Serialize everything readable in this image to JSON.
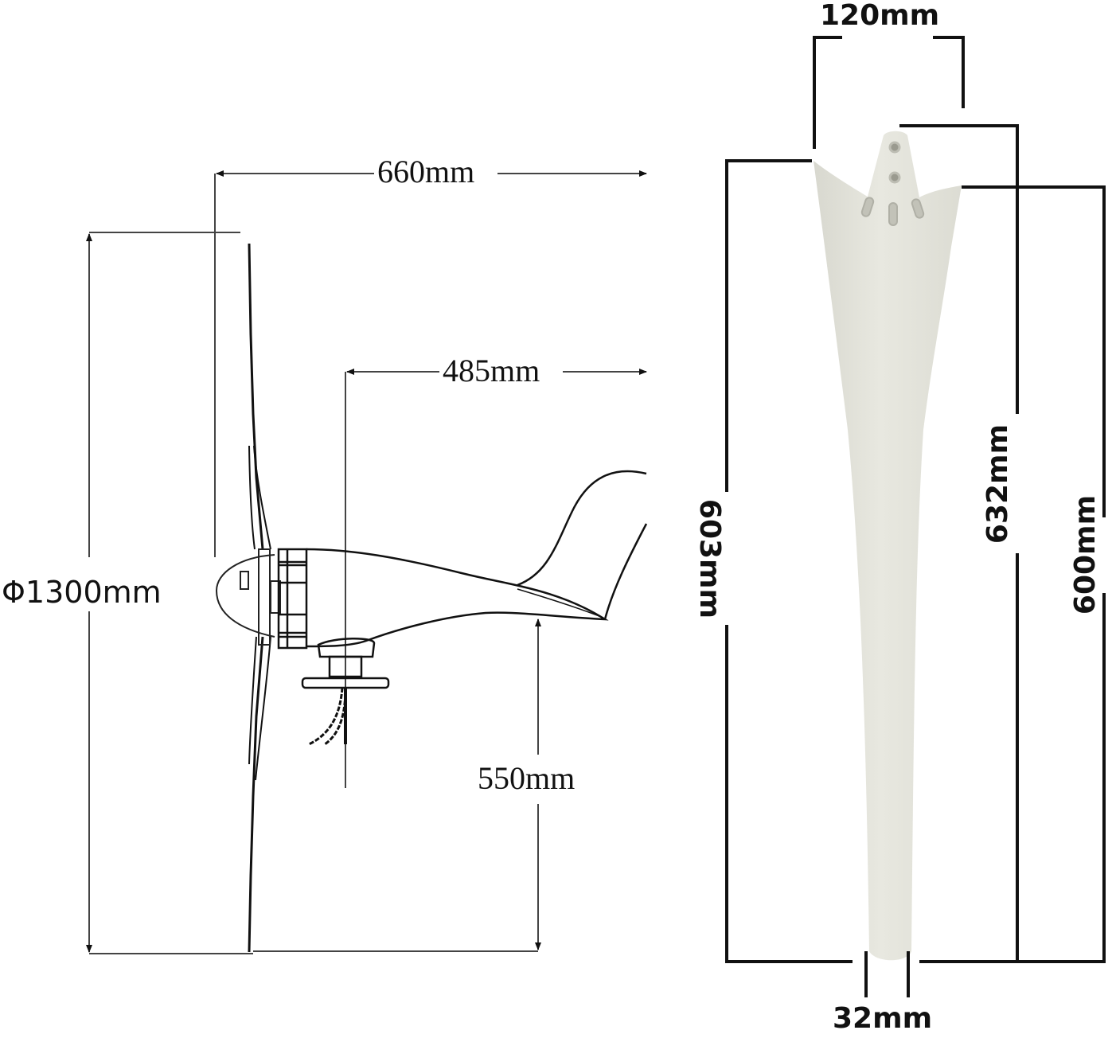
{
  "colors": {
    "background": "#ffffff",
    "line": "#111111",
    "blade_fill": "#e3e3da",
    "blade_shadow": "#c9c9bf"
  },
  "left_view": {
    "name": "wind turbine side view",
    "dimensions": {
      "overall_length": "660mm",
      "mount_to_tail": "485mm",
      "rotor_diameter": "Φ1300mm",
      "tail_height": "550mm"
    }
  },
  "right_view": {
    "name": "single blade",
    "dimensions": {
      "root_width": "120mm",
      "tip_width": "32mm",
      "left_length": "603mm",
      "inner_length": "632mm",
      "outer_length": "600mm"
    }
  },
  "icons": {
    "arrow": "dimension-arrow-icon"
  }
}
